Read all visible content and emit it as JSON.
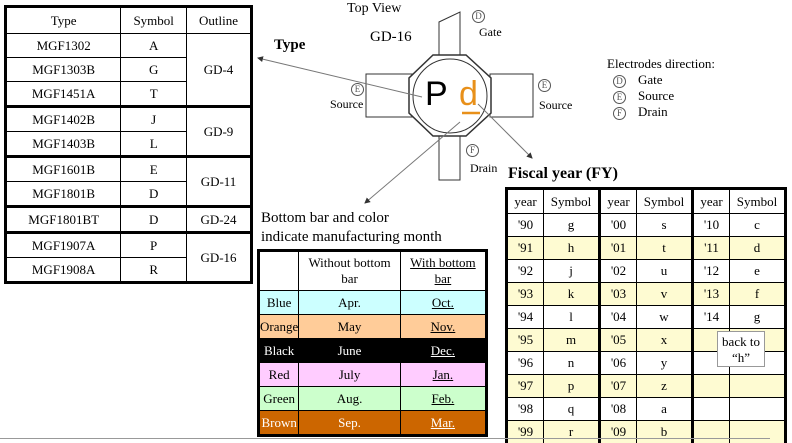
{
  "type_table": {
    "headers": [
      "Type",
      "Symbol",
      "Outline"
    ],
    "groups": [
      {
        "outline": "GD-4",
        "rows": [
          [
            "MGF1302",
            "A"
          ],
          [
            "MGF1303B",
            "G"
          ],
          [
            "MGF1451A",
            "T"
          ]
        ]
      },
      {
        "outline": "GD-9",
        "rows": [
          [
            "MGF1402B",
            "J"
          ],
          [
            "MGF1403B",
            "L"
          ]
        ]
      },
      {
        "outline": "GD-11",
        "rows": [
          [
            "MGF1601B",
            "E"
          ],
          [
            "MGF1801B",
            "D"
          ]
        ]
      },
      {
        "outline": "GD-24",
        "rows": [
          [
            "MGF1801BT",
            "D"
          ]
        ]
      },
      {
        "outline": "GD-16",
        "rows": [
          [
            "MGF1907A",
            "P"
          ],
          [
            "MGF1908A",
            "R"
          ]
        ]
      }
    ]
  },
  "diagram": {
    "top_view": "Top View",
    "package": "GD-16",
    "type_label": "Type",
    "marking_type": "P",
    "marking_year": "d",
    "gate": {
      "mark": "D",
      "label": "Gate"
    },
    "source_left": {
      "mark": "E",
      "label": "Source"
    },
    "source_right": {
      "mark": "E",
      "label": "Source"
    },
    "drain": {
      "mark": "F",
      "label": "Drain"
    },
    "year_color": "#e8901a"
  },
  "electrodes": {
    "title": "Electrodes direction:",
    "items": [
      {
        "mark": "D",
        "label": "Gate"
      },
      {
        "mark": "E",
        "label": "Source"
      },
      {
        "mark": "F",
        "label": "Drain"
      }
    ]
  },
  "month": {
    "caption_line1": "Bottom bar and color",
    "caption_line2": "indicate manufacturing month",
    "headers": [
      "",
      "Without bottom bar",
      "With bottom bar"
    ],
    "rows": [
      {
        "color": "Blue",
        "without": "Apr.",
        "with": "Oct.",
        "bg": "#ccffff",
        "fg": "#000"
      },
      {
        "color": "Orange",
        "without": "May",
        "with": "Nov.",
        "bg": "#ffcc99",
        "fg": "#000"
      },
      {
        "color": "Black",
        "without": "June",
        "with": "Dec.",
        "bg": "#000000",
        "fg": "#fff"
      },
      {
        "color": "Red",
        "without": "July",
        "with": "Jan.",
        "bg": "#ffccff",
        "fg": "#000"
      },
      {
        "color": "Green",
        "without": "Aug.",
        "with": "Feb.",
        "bg": "#ccffcc",
        "fg": "#000"
      },
      {
        "color": "Brown",
        "without": "Sep.",
        "with": "Mar.",
        "bg": "#cc6600",
        "fg": "#fff"
      }
    ]
  },
  "fiscal": {
    "title": "Fiscal year (FY)",
    "headers": [
      "year",
      "Symbol"
    ],
    "rows": [
      [
        "'90",
        "g",
        "'00",
        "s",
        "'10",
        "c"
      ],
      [
        "'91",
        "h",
        "'01",
        "t",
        "'11",
        "d"
      ],
      [
        "'92",
        "j",
        "'02",
        "u",
        "'12",
        "e"
      ],
      [
        "'93",
        "k",
        "'03",
        "v",
        "'13",
        "f"
      ],
      [
        "'94",
        "l",
        "'04",
        "w",
        "'14",
        "g"
      ],
      [
        "'95",
        "m",
        "'05",
        "x",
        "",
        ""
      ],
      [
        "'96",
        "n",
        "'06",
        "y",
        "",
        ""
      ],
      [
        "'97",
        "p",
        "'07",
        "z",
        "",
        ""
      ],
      [
        "'98",
        "q",
        "'08",
        "a",
        "",
        ""
      ],
      [
        "'99",
        "r",
        "'09",
        "b",
        "",
        ""
      ]
    ],
    "note": "back to “h”"
  }
}
